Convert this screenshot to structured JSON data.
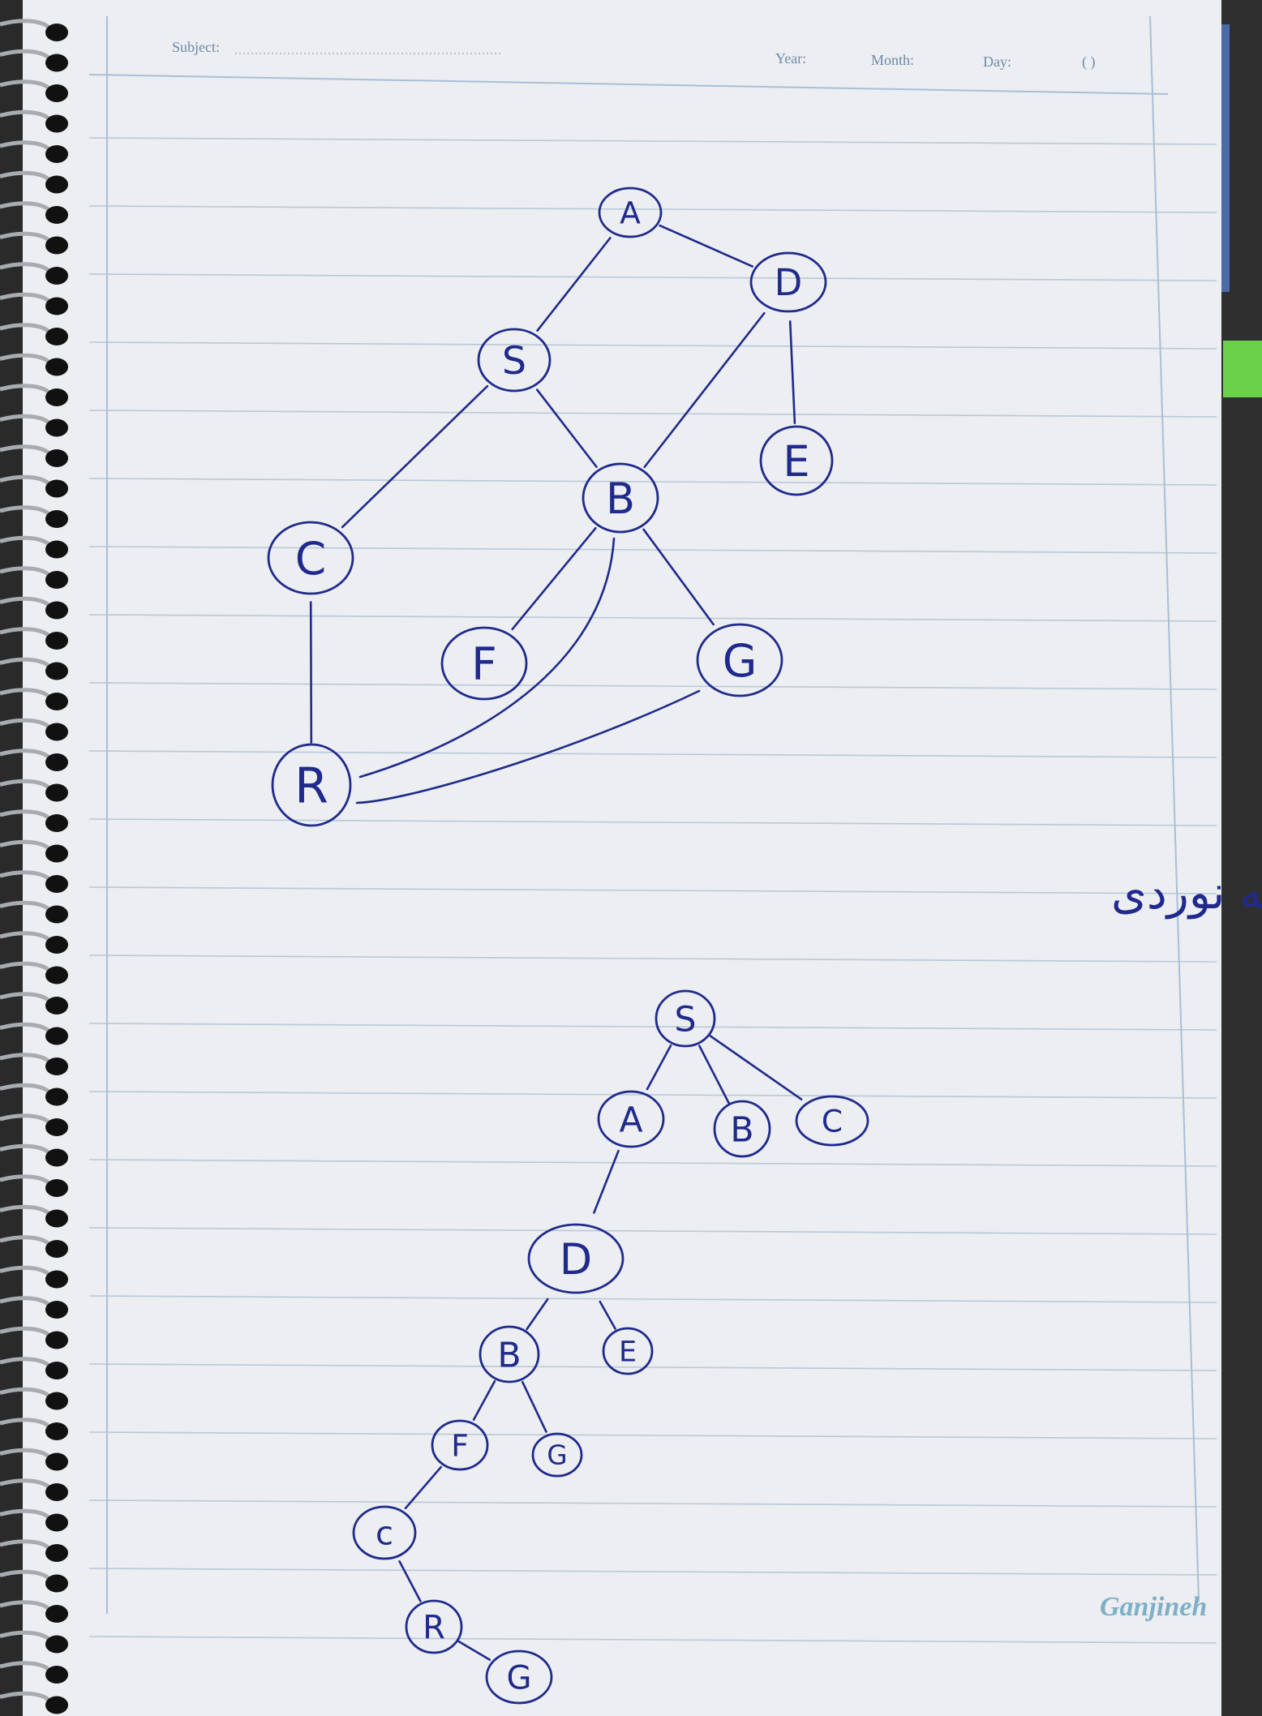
{
  "header": {
    "subject_label": "Subject:",
    "year_label": "Year:",
    "month_label": "Month:",
    "day_label": "Day:",
    "paren": "(   )"
  },
  "brand": "Ganjineh",
  "persian_title": "درخت الگوریتم تپه نوردی",
  "graph": {
    "nodes": [
      {
        "id": "A",
        "label": "A"
      },
      {
        "id": "D",
        "label": "D"
      },
      {
        "id": "S",
        "label": "S"
      },
      {
        "id": "E",
        "label": "E"
      },
      {
        "id": "B",
        "label": "B"
      },
      {
        "id": "C",
        "label": "C"
      },
      {
        "id": "F",
        "label": "F"
      },
      {
        "id": "G",
        "label": "G"
      },
      {
        "id": "R",
        "label": "R"
      }
    ],
    "edges": [
      {
        "from": "A",
        "to": "D"
      },
      {
        "from": "A",
        "to": "S"
      },
      {
        "from": "D",
        "to": "B"
      },
      {
        "from": "D",
        "to": "E"
      },
      {
        "from": "S",
        "to": "C"
      },
      {
        "from": "S",
        "to": "B"
      },
      {
        "from": "B",
        "to": "F"
      },
      {
        "from": "B",
        "to": "G"
      },
      {
        "from": "B",
        "to": "R"
      },
      {
        "from": "C",
        "to": "R"
      },
      {
        "from": "G",
        "to": "R"
      }
    ]
  },
  "tree": {
    "nodes": [
      {
        "id": "t_S",
        "label": "S"
      },
      {
        "id": "t_A",
        "label": "A"
      },
      {
        "id": "t_B1",
        "label": "B"
      },
      {
        "id": "t_C1",
        "label": "C"
      },
      {
        "id": "t_D",
        "label": "D"
      },
      {
        "id": "t_B2",
        "label": "B"
      },
      {
        "id": "t_E",
        "label": "E"
      },
      {
        "id": "t_F",
        "label": "F"
      },
      {
        "id": "t_G1",
        "label": "G"
      },
      {
        "id": "t_C2",
        "label": "c"
      },
      {
        "id": "t_R",
        "label": "R"
      },
      {
        "id": "t_G2",
        "label": "G"
      }
    ],
    "edges": [
      {
        "from": "t_S",
        "to": "t_A"
      },
      {
        "from": "t_S",
        "to": "t_B1"
      },
      {
        "from": "t_S",
        "to": "t_C1"
      },
      {
        "from": "t_A",
        "to": "t_D"
      },
      {
        "from": "t_D",
        "to": "t_B2"
      },
      {
        "from": "t_D",
        "to": "t_E"
      },
      {
        "from": "t_B2",
        "to": "t_F"
      },
      {
        "from": "t_B2",
        "to": "t_G1"
      },
      {
        "from": "t_F",
        "to": "t_C2"
      },
      {
        "from": "t_C2",
        "to": "t_R"
      },
      {
        "from": "t_R",
        "to": "t_G2"
      }
    ]
  },
  "colors": {
    "ink": "#1f2a8c",
    "rule": "#b9c8d8",
    "margin": "#a9bfd6",
    "paper": "#eceef1"
  }
}
